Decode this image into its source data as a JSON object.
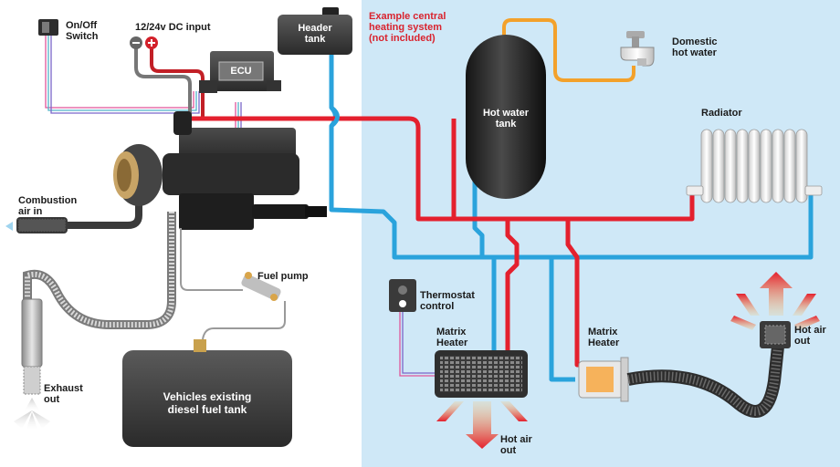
{
  "labels": {
    "on_off_switch": "On/Off\nSwitch",
    "dc_input": "12/24v DC input",
    "ecu": "ECU",
    "header_tank": "Header\ntank",
    "example_system": "Example central\nheating system\n(not included)",
    "hot_water_tank": "Hot water\ntank",
    "domestic_hot_water": "Domestic\nhot water",
    "radiator": "Radiator",
    "combustion_air_in": "Combustion\nair in",
    "fuel_pump": "Fuel pump",
    "thermostat_control": "Thermostat\ncontrol",
    "matrix_heater_left": "Matrix\nHeater",
    "matrix_heater_right": "Matrix\nHeater",
    "hot_air_out_right": "Hot air\nout",
    "hot_air_out_bottom": "Hot air\nout",
    "exhaust_out": "Exhaust\nout",
    "fuel_tank": "Vehicles existing\ndiesel fuel tank"
  },
  "colors": {
    "background_right": "#cfe8f7",
    "hot_pipe": "#e4202e",
    "cold_pipe": "#2aa3dc",
    "domestic_pipe": "#f3a12b",
    "dark_component": "#2b2b2b",
    "label_red": "#d9232e"
  }
}
